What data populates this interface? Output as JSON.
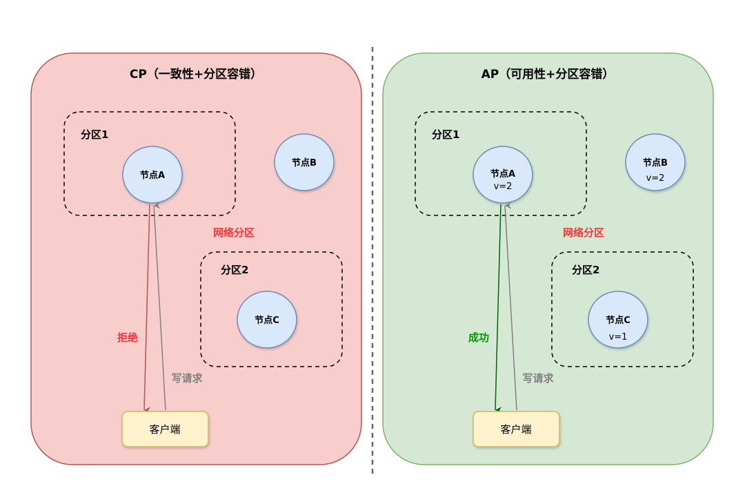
{
  "colors": {
    "cp_fill": "#f8cecc",
    "cp_stroke": "#b85450",
    "ap_fill": "#d5e8d4",
    "ap_stroke": "#82b366",
    "node_fill": "#dae8fc",
    "node_stroke": "#6c8ebf",
    "client_fill": "#fff2cc",
    "client_stroke": "#d6b656",
    "network_label": "#ff3333",
    "reject": "#b85450",
    "success": "#006600",
    "request": "#808080"
  },
  "panels": [
    {
      "id": "cp",
      "title": "CP（一致性+分区容错）",
      "partition1_label": "分区1",
      "partition2_label": "分区2",
      "network_label": "网络分区",
      "node_a": {
        "label": "节点A",
        "value": ""
      },
      "node_b": {
        "label": "节点B",
        "value": ""
      },
      "node_c": {
        "label": "节点C",
        "value": ""
      },
      "client_label": "客户端",
      "response_label": "拒绝",
      "request_label": "写请求"
    },
    {
      "id": "ap",
      "title": "AP（可用性+分区容错）",
      "partition1_label": "分区1",
      "partition2_label": "分区2",
      "network_label": "网络分区",
      "node_a": {
        "label": "节点A",
        "value": "v=2"
      },
      "node_b": {
        "label": "节点B",
        "value": "v=2"
      },
      "node_c": {
        "label": "节点C",
        "value": "v=1"
      },
      "client_label": "客户端",
      "response_label": "成功",
      "request_label": "写请求"
    }
  ]
}
